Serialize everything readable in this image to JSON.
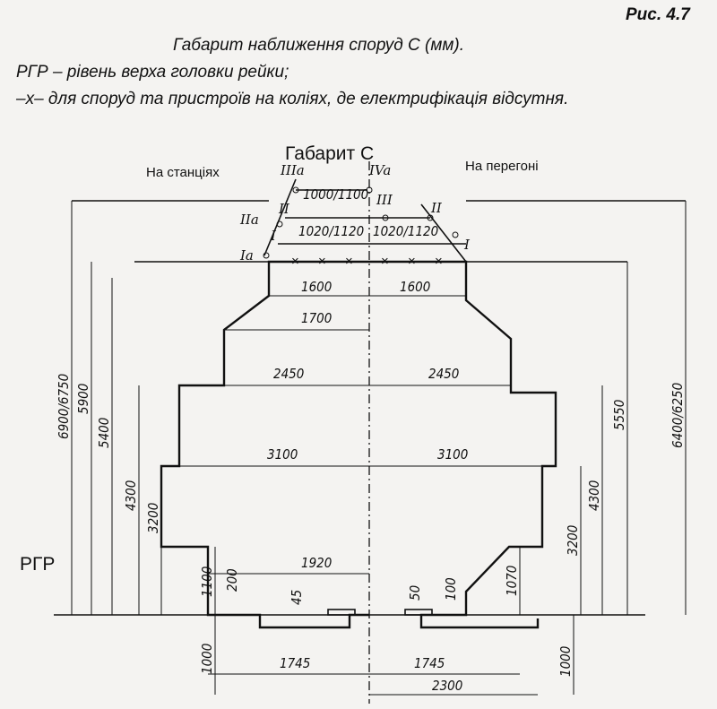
{
  "caption": {
    "figure_number": "Рис. 4.7",
    "title": "Габарит наближення споруд С (мм).",
    "note_rgr": "РГР – рівень верха головки рейки;",
    "note_x": "–х– для споруд та пристроїв на коліях, де електрифікація відсутня."
  },
  "diagram": {
    "main_label": "Габарит С",
    "left_label": "На станціях",
    "right_label": "На перегоні",
    "rail_level": "РГР",
    "roman": {
      "IIIa": "IIIa",
      "IVa": "IVa",
      "IIa": "IIa",
      "Ia": "Ia",
      "I_left": "I",
      "II_left": "II",
      "III": "III",
      "II_right": "II",
      "I_right": "I"
    },
    "dims": {
      "d1000_1100": "1000/1100",
      "d1020_1120_left": "1020/1120",
      "d1020_1120_right": "1020/1120",
      "d1600_left": "1600",
      "d1600_right": "1600",
      "d1700": "1700",
      "d2450_left": "2450",
      "d2450_right": "2450",
      "d3100_left": "3100",
      "d3100_right": "3100",
      "d1920": "1920",
      "d1745_left": "1745",
      "d1745_right": "1745",
      "d2300": "2300",
      "h6900_6750": "6900/6750",
      "h5900": "5900",
      "h5400": "5400",
      "h4300_left": "4300",
      "h3200_left": "3200",
      "h1100": "1100",
      "h200": "200",
      "h45": "45",
      "h1000_left": "1000",
      "h50": "50",
      "h100": "100",
      "h1070": "1070",
      "h5550": "5550",
      "h4300_right": "4300",
      "h3200_right": "3200",
      "h6400_6250": "6400/6250",
      "h1000_right": "1000"
    }
  }
}
